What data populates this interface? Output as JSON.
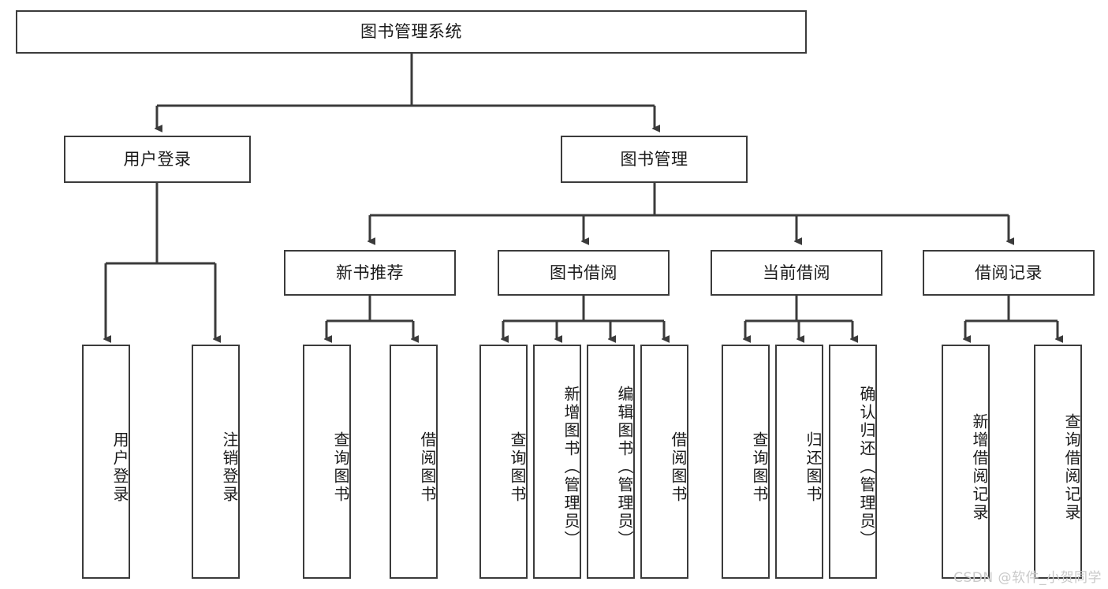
{
  "diagram": {
    "type": "tree",
    "title": "图书管理系统",
    "background_color": "#ffffff",
    "line_color": "#3b3b3b",
    "text_color": "#1a1a1a",
    "root": {
      "label": "图书管理系统"
    },
    "level2": [
      {
        "label": "用户登录"
      },
      {
        "label": "图书管理"
      }
    ],
    "level3": [
      {
        "label": "新书推荐"
      },
      {
        "label": "图书借阅"
      },
      {
        "label": "当前借阅"
      },
      {
        "label": "借阅记录"
      }
    ],
    "leaves": {
      "user_login": [
        {
          "label": "用户登录"
        },
        {
          "label": "注销登录"
        }
      ],
      "new_book_recommend": [
        {
          "label": "查询图书"
        },
        {
          "label": "借阅图书"
        }
      ],
      "book_borrow": [
        {
          "label": "查询图书"
        },
        {
          "label": "新增图书（管理员）"
        },
        {
          "label": "编辑图书（管理员）"
        },
        {
          "label": "借阅图书"
        }
      ],
      "current_borrow": [
        {
          "label": "查询图书"
        },
        {
          "label": "归还图书"
        },
        {
          "label": "确认归还（管理员）"
        }
      ],
      "borrow_record": [
        {
          "label": "新增借阅记录"
        },
        {
          "label": "查询借阅记录"
        }
      ]
    }
  },
  "watermark": {
    "text": "CSDN @软件_小贺同学"
  }
}
